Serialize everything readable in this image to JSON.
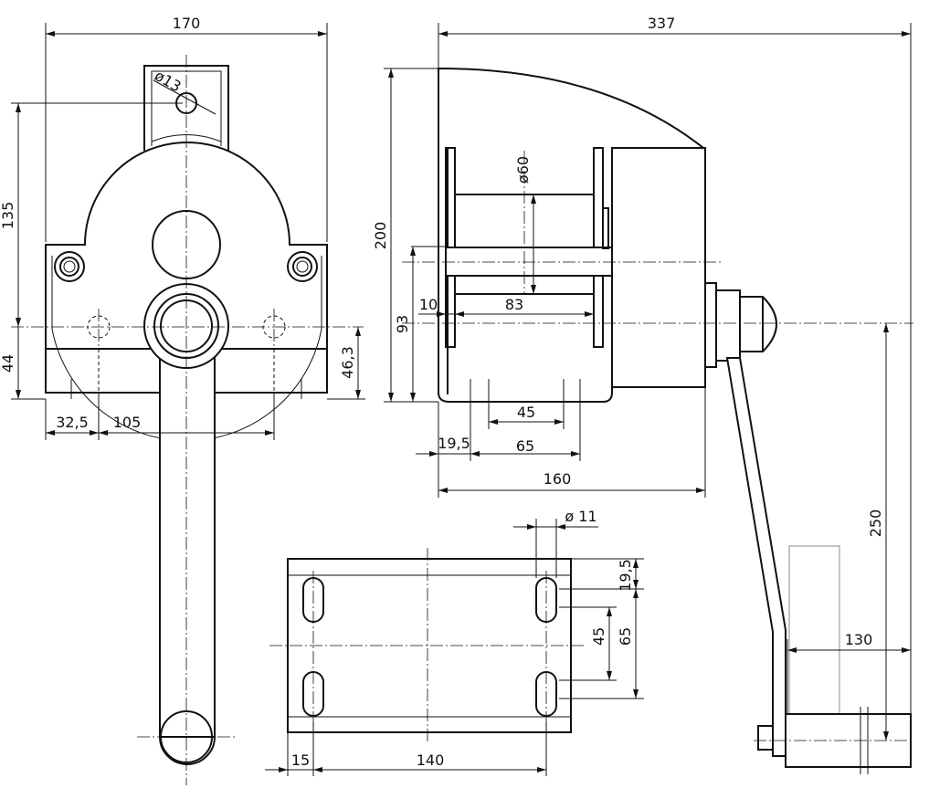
{
  "dimensions": {
    "front_width": "170",
    "front_hole_dia": "ø13",
    "front_height_135": "135",
    "front_height_44": "44",
    "front_offset_32_5": "32,5",
    "front_spacing_105": "105",
    "front_height_46_3": "46,3",
    "side_total_337": "337",
    "side_height_200": "200",
    "side_drum_dia": "ø60",
    "side_height_93": "93",
    "side_flange_10": "10",
    "side_drum_83": "83",
    "side_slot_45": "45",
    "side_offset_19_5": "19,5",
    "side_slot_65": "65",
    "side_base_160": "160",
    "crank_length_250": "250",
    "crank_handle_130": "130",
    "base_hole_dia": "ø 11",
    "base_edge_19_5": "19,5",
    "base_slot_45": "45",
    "base_slot_65": "65",
    "base_edge_15": "15",
    "base_spacing_140": "140"
  },
  "colors": {
    "line": "#111111",
    "background": "#ffffff"
  }
}
